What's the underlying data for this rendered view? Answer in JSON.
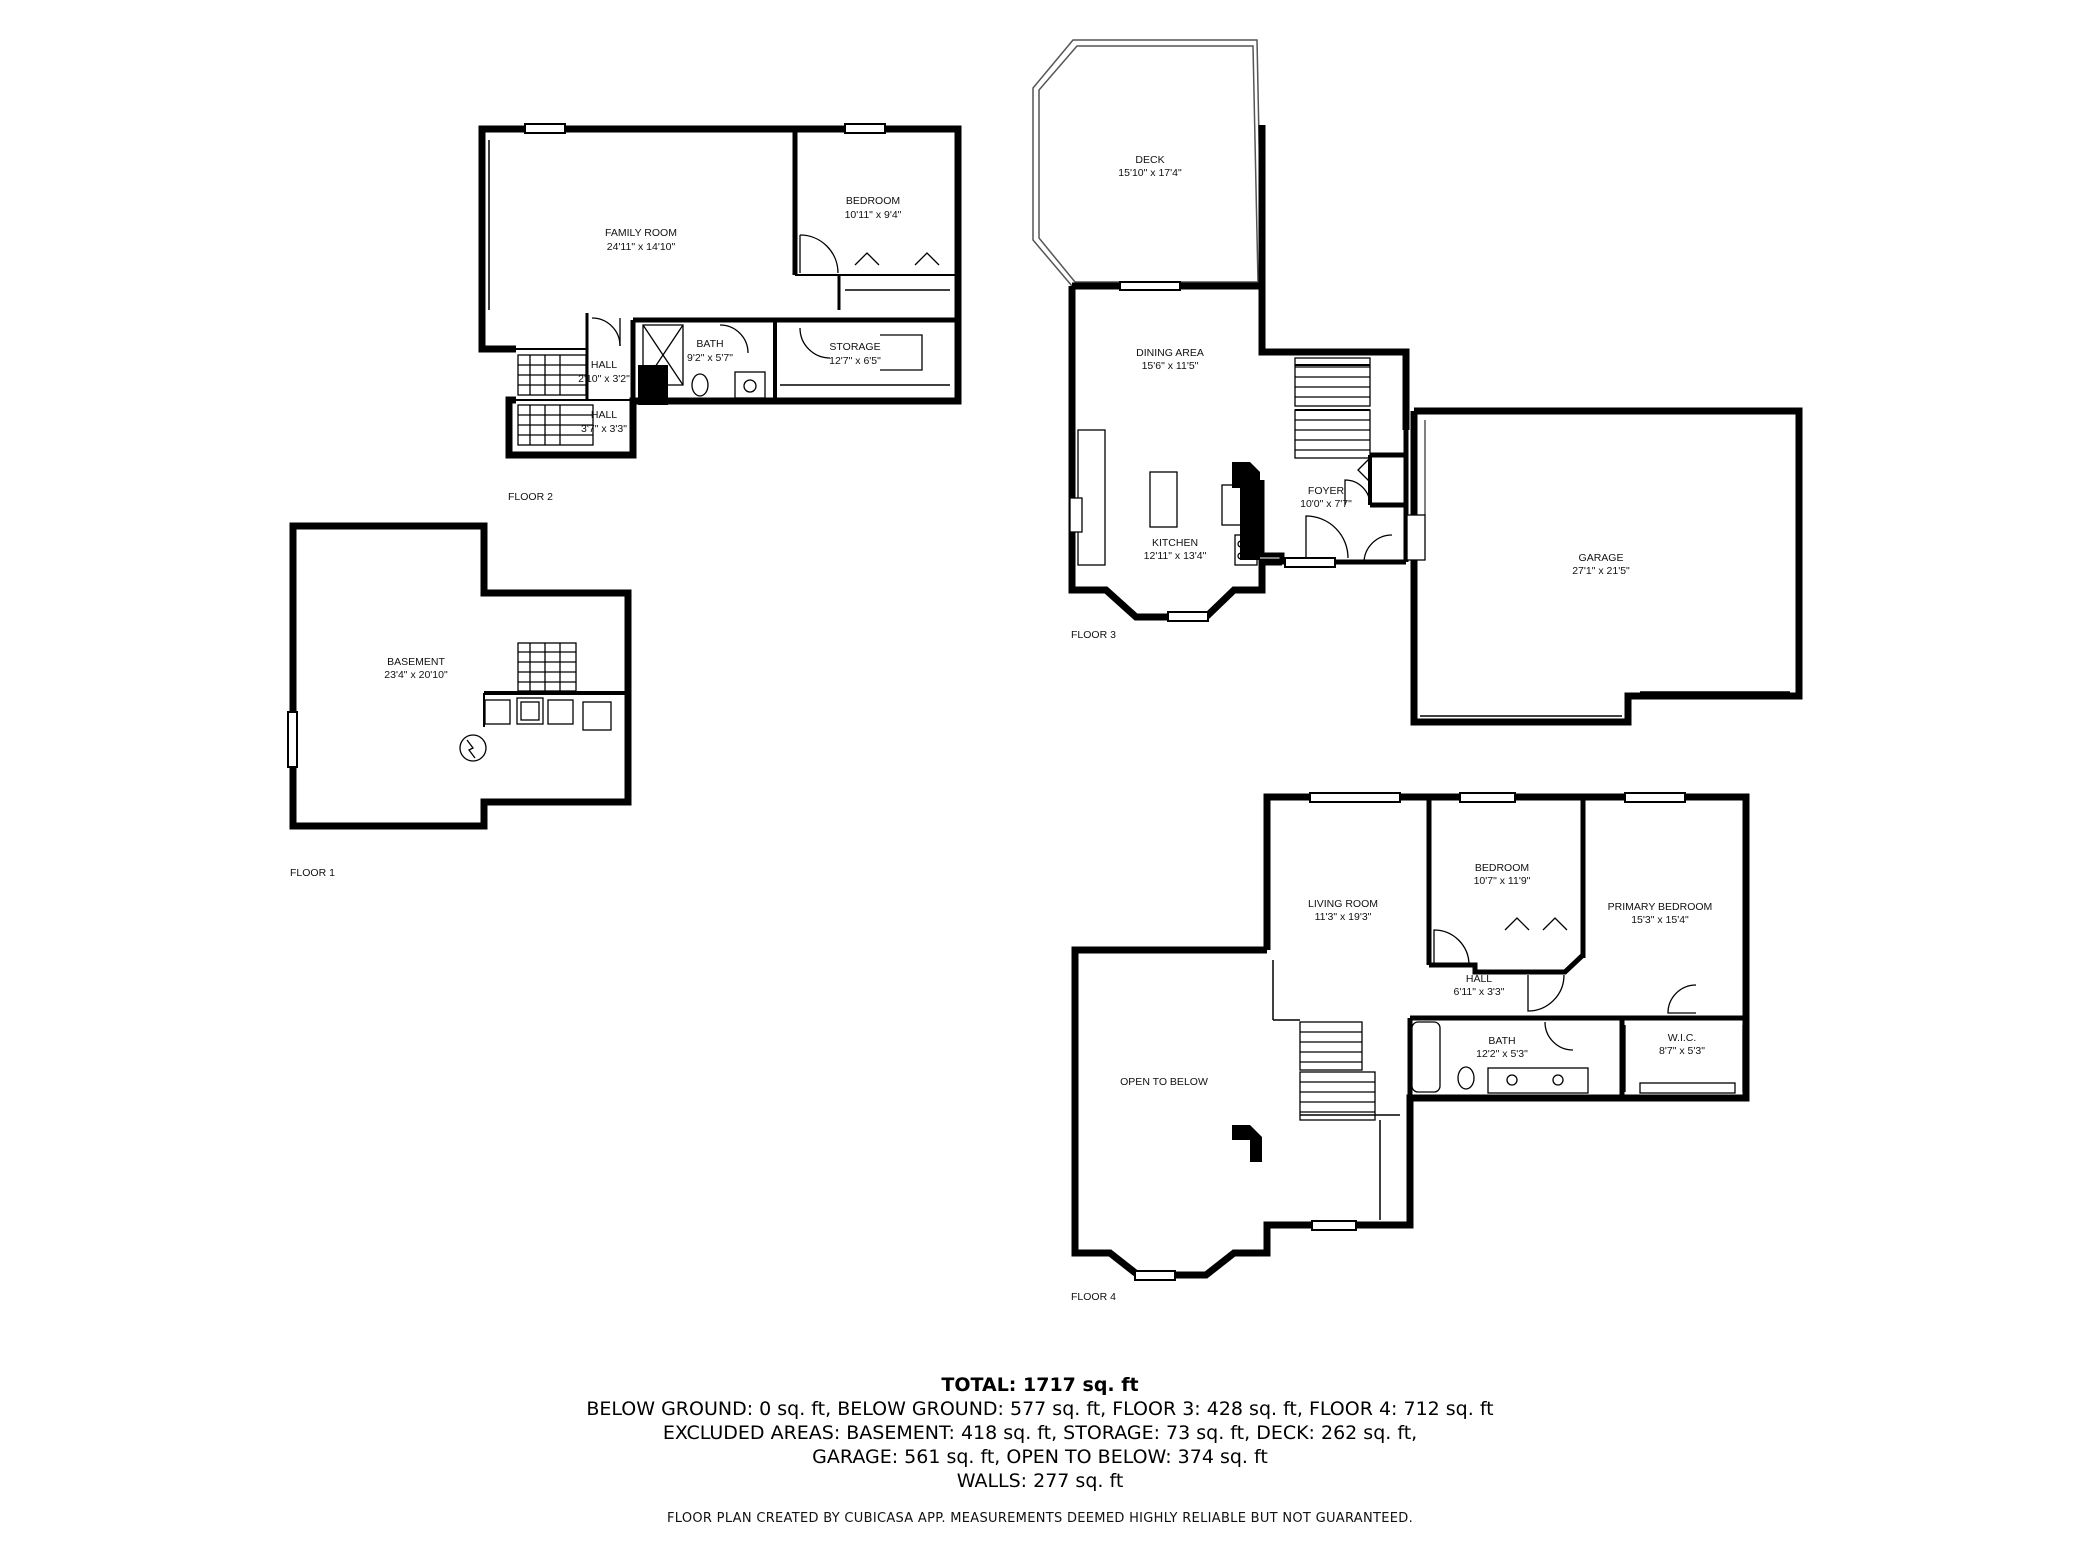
{
  "rooms": {
    "family_room": {
      "name": "FAMILY ROOM",
      "dims": "24'11\" x 14'10\""
    },
    "bedroom_f2": {
      "name": "BEDROOM",
      "dims": "10'11\" x 9'4\""
    },
    "bath_f2": {
      "name": "BATH",
      "dims": "9'2\" x 5'7\""
    },
    "storage": {
      "name": "STORAGE",
      "dims": "12'7\" x 6'5\""
    },
    "hall_f2_a": {
      "name": "HALL",
      "dims": "2'10\" x 3'2\""
    },
    "hall_f2_b": {
      "name": "HALL",
      "dims": "3'7\" x 3'3\""
    },
    "basement": {
      "name": "BASEMENT",
      "dims": "23'4\" x 20'10\""
    },
    "deck": {
      "name": "DECK",
      "dims": "15'10\" x 17'4\""
    },
    "dining_area": {
      "name": "DINING AREA",
      "dims": "15'6\" x 11'5\""
    },
    "kitchen": {
      "name": "KITCHEN",
      "dims": "12'11\" x 13'4\""
    },
    "foyer": {
      "name": "FOYER",
      "dims": "10'0\" x 7'7\""
    },
    "garage": {
      "name": "GARAGE",
      "dims": "27'1\" x 21'5\""
    },
    "living_room": {
      "name": "LIVING ROOM",
      "dims": "11'3\" x 19'3\""
    },
    "bedroom_f4": {
      "name": "BEDROOM",
      "dims": "10'7\" x 11'9\""
    },
    "primary_bedroom": {
      "name": "PRIMARY BEDROOM",
      "dims": "15'3\" x 15'4\""
    },
    "hall_f4": {
      "name": "HALL",
      "dims": "6'11\" x 3'3\""
    },
    "bath_f4": {
      "name": "BATH",
      "dims": "12'2\" x 5'3\""
    },
    "wic": {
      "name": "W.I.C.",
      "dims": "8'7\" x 5'3\""
    },
    "open_to_below": {
      "name": "OPEN TO BELOW"
    }
  },
  "floors": {
    "floor1": "FLOOR 1",
    "floor2": "FLOOR 2",
    "floor3": "FLOOR 3",
    "floor4": "FLOOR 4"
  },
  "summary": {
    "total": "TOTAL: 1717 sq. ft",
    "line1": "BELOW GROUND: 0 sq. ft, BELOW GROUND: 577 sq. ft, FLOOR 3: 428 sq. ft, FLOOR 4: 712 sq. ft",
    "line2": "EXCLUDED AREAS: BASEMENT: 418 sq. ft, STORAGE: 73 sq. ft, DECK: 262 sq. ft,",
    "line3": "GARAGE: 561 sq. ft, OPEN TO BELOW: 374 sq. ft",
    "line4": "WALLS: 277 sq. ft"
  },
  "disclaimer": "FLOOR PLAN CREATED BY CUBICASA APP. MEASUREMENTS DEEMED HIGHLY RELIABLE BUT NOT GUARANTEED.",
  "colors": {
    "wall": "#000000",
    "thin": "#555555",
    "background": "#ffffff"
  }
}
